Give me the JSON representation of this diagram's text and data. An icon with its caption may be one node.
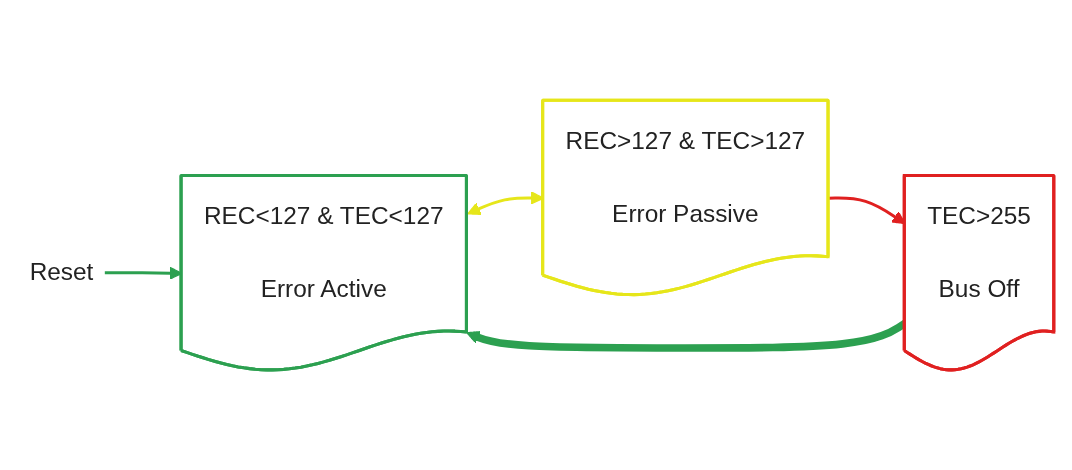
{
  "diagram": {
    "nodes": [
      {
        "text": [
          "Reset"
        ]
      },
      {
        "text": [
          "REC<127 & TEC<127",
          "Error Active"
        ]
      },
      {
        "text": [
          "REC>127 & TEC>127",
          "Error Passive"
        ]
      },
      {
        "text": [
          "TEC>255",
          "Bus Off"
        ]
      }
    ],
    "edges": [
      {
        "from": 0,
        "to": 1,
        "arrow": "to"
      },
      {
        "from": 1,
        "to": 2,
        "arrow": "both",
        "color": "#e6e61a"
      },
      {
        "from": 2,
        "to": 3,
        "arrow": "to",
        "color": "#e02020"
      },
      {
        "from": 3,
        "to": 1,
        "arrow": "to",
        "style": "thick"
      }
    ]
  }
}
